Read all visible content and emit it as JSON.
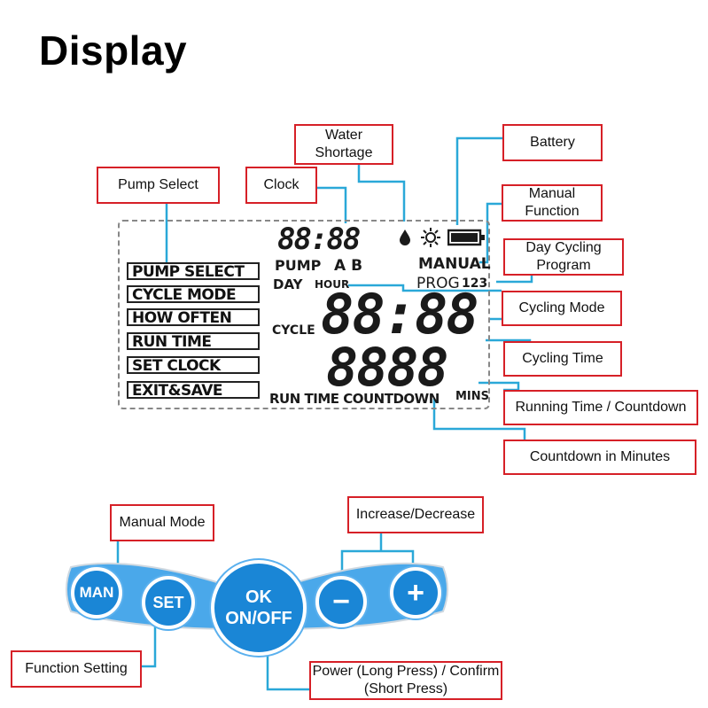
{
  "title": "Display",
  "labels": {
    "water_shortage": "Water Shortage",
    "battery": "Battery",
    "pump_select": "Pump Select",
    "clock": "Clock",
    "manual_function": "Manual Function",
    "day_cycling_program": "Day Cycling Program",
    "cycling_mode": "Cycling Mode",
    "cycling_time": "Cycling Time",
    "running_time_countdown": "Running Time / Countdown",
    "countdown_in_minutes": "Countdown in Minutes",
    "manual_mode": "Manual Mode",
    "increase_decrease": "Increase/Decrease",
    "function_setting": "Function Setting",
    "power_confirm": "Power (Long Press) / Confirm (Short Press)"
  },
  "lcd": {
    "menu": [
      "PUMP SELECT",
      "CYCLE MODE",
      "HOW OFTEN",
      "RUN TIME",
      "SET CLOCK",
      "EXIT&SAVE"
    ],
    "clock_digits": "88:88",
    "pump_text": "PUMP",
    "pump_ab": "A B",
    "day": "DAY",
    "hour": "HOUR",
    "manual": "MANUAL",
    "prog": "PROG",
    "prog_nums": "123",
    "cycle": "CYCLE",
    "cycle_digits": "88:88",
    "run_digits": "8888",
    "run_time_countdown": "RUN TIME COUNTDOWN",
    "mins": "MINS"
  },
  "buttons": {
    "man": "MAN",
    "set": "SET",
    "ok": "OK",
    "onoff": "ON/OFF",
    "minus": "−",
    "plus": "+"
  },
  "colors": {
    "label_border": "#d62027",
    "connector": "#2aa8d8",
    "button_blue": "#1a86d6"
  }
}
